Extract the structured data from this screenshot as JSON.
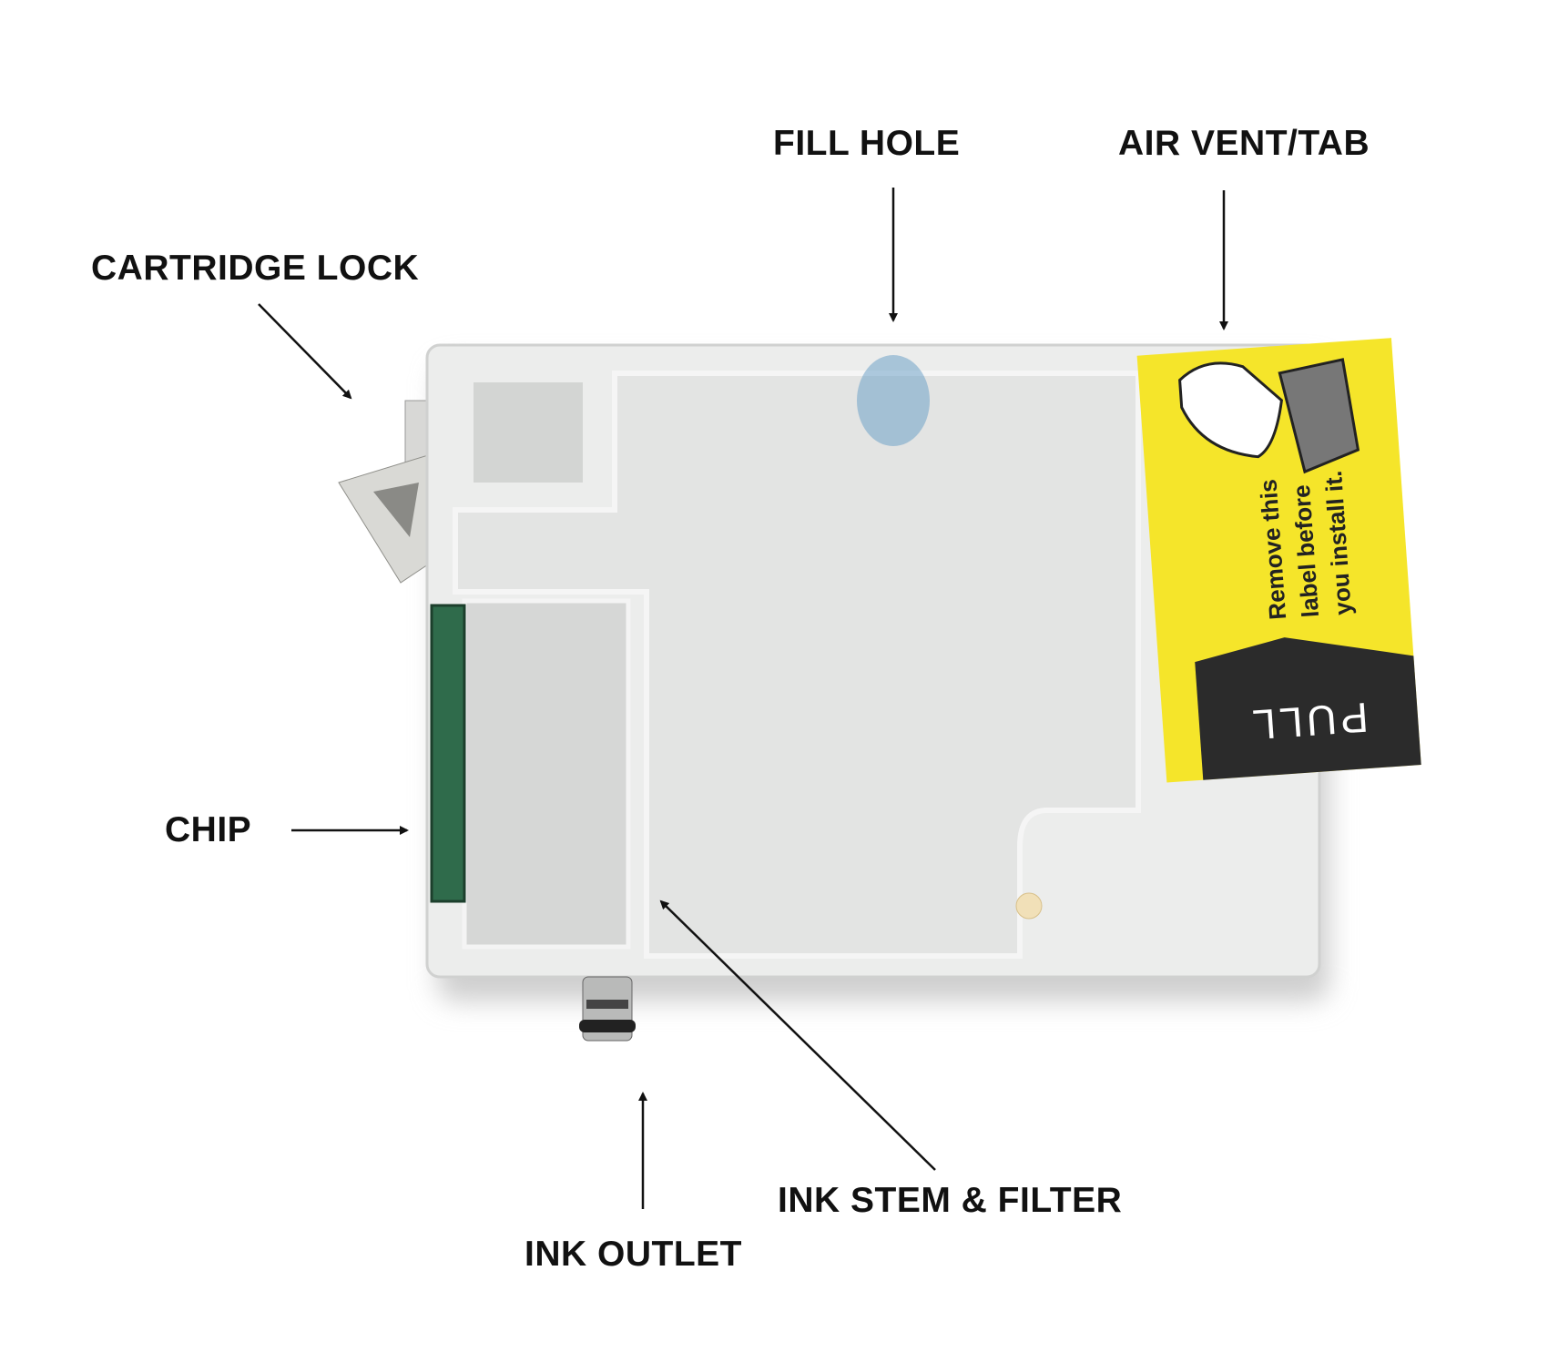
{
  "labels": {
    "fill_hole": "FILL HOLE",
    "air_vent": "AIR VENT/TAB",
    "cartridge_lock": "CARTRIDGE LOCK",
    "chip": "CHIP",
    "ink_stem": "INK STEM & FILTER",
    "ink_outlet": "INK OUTLET"
  },
  "sticker": {
    "instruction_line1": "Remove this",
    "instruction_line2": "label before",
    "instruction_line3": "you install it.",
    "pull": "PULL"
  },
  "colors": {
    "sticker_yellow": "#f5e52a",
    "sticker_dark": "#2b2b2b",
    "cartridge": "#e9eaea",
    "ink_blue": "#6fa3c8"
  }
}
